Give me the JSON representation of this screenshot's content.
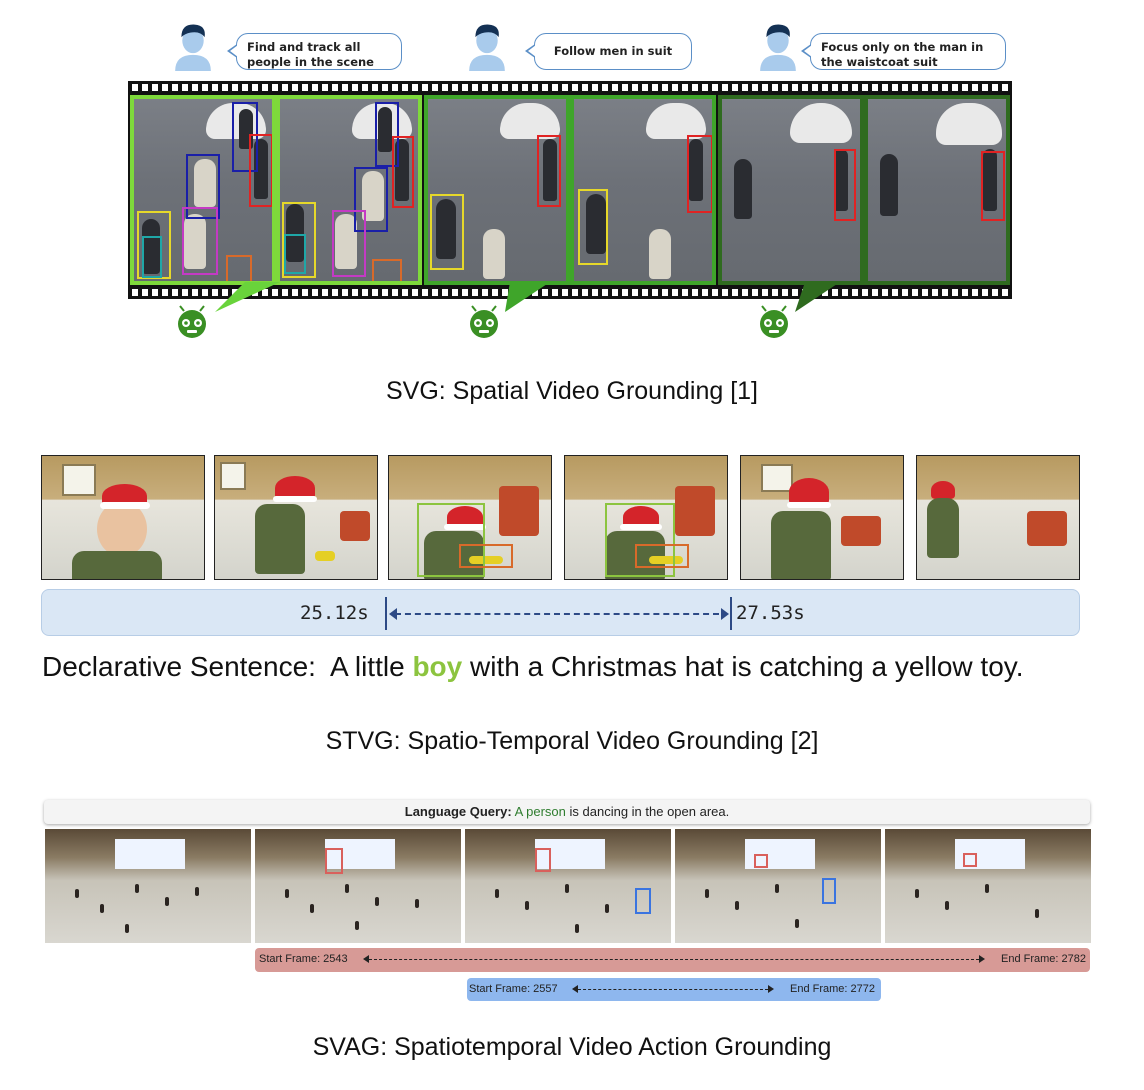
{
  "svg_section": {
    "queries": [
      "Find and track all people in the scene",
      "Follow men in suit",
      "Focus only on the man in the waistcoat suit"
    ],
    "caption": "SVG: Spatial Video Grounding [1]",
    "box_colors": {
      "blue": "#1a1fa8",
      "red": "#e02323",
      "yellow": "#e6d82a",
      "magenta": "#c43ac4",
      "teal": "#1fa7a7",
      "orange": "#d86a2a"
    },
    "frame_border_colors": [
      "#7ed93b",
      "#3fa52a",
      "#2f6b1f"
    ]
  },
  "stvg_section": {
    "start_time": "25.12s",
    "end_time": "27.53s",
    "sentence_prefix": "Declarative Sentence:  A little ",
    "sentence_highlight": "boy",
    "sentence_suffix": " with a Christmas hat is catching a yellow toy.",
    "caption": "STVG: Spatio-Temporal Video Grounding [2]",
    "highlight_color": "#8cc43f"
  },
  "svag_section": {
    "query_label": "Language Query:",
    "query_subject": "A person",
    "query_rest": " is dancing in the open area.",
    "red_start": "Start Frame: 2543",
    "red_end": "End Frame: 2782",
    "blue_start": "Start Frame: 2557",
    "blue_end": "End Frame: 2772",
    "caption": "SVAG: Spatiotemporal Video Action Grounding"
  }
}
